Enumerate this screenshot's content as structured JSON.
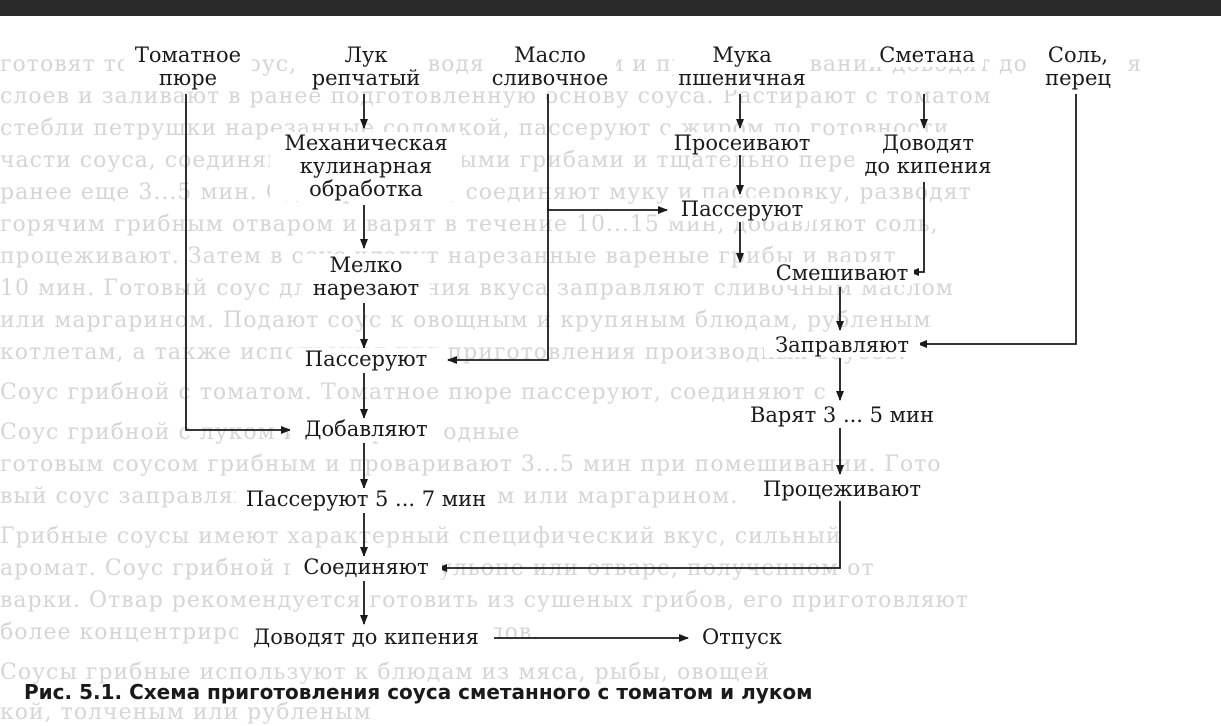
{
  "nodes": {
    "tomato_puree": "Томатное\nпюре",
    "onion": "Лук\nрепчатый",
    "butter": "Масло\nсливочное",
    "flour": "Мука\nпшеничная",
    "sour_cream": "Сметана",
    "salt_pepper": "Соль,\nперец",
    "mechanical_processing": "Механическая\nкулинарная\nобработка",
    "sift": "Просеивают",
    "bring_to_boil_cream": "Доводят\nдо кипения",
    "saute_flour": "Пассеруют",
    "chop_fine": "Мелко\nнарезают",
    "mix": "Смешивают",
    "saute_onion": "Пассеруют",
    "season": "Заправляют",
    "add": "Добавляют",
    "boil": "Варят 3 ... 5 мин",
    "saute_5_7": "Пассеруют 5 ... 7 мин",
    "strain": "Процеживают",
    "combine": "Соединяют",
    "bring_to_boil_final": "Доводят до кипения",
    "release": "Отпуск"
  },
  "caption": "Рис. 5.1. Схема приготовления соуса сметанного с томатом и луком",
  "colors": {
    "ink": "#1a1a1a",
    "bleed": "#b4b4b4",
    "band": "#2a2a2a"
  }
}
